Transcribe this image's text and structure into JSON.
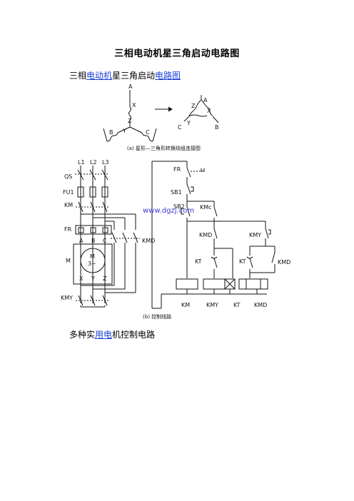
{
  "title": "三相电动机星三角启动电路图",
  "intro": {
    "part1": "三相",
    "link1": "电动机",
    "part2": "星三角启动",
    "link2": "电路图"
  },
  "figure": {
    "star_labels": {
      "A": "A",
      "B": "B",
      "C": "C",
      "X": "X",
      "Y": "Y",
      "Z": "Z"
    },
    "delta_labels": {
      "A": "A",
      "B": "B",
      "C": "C",
      "X": "X",
      "Y": "Y",
      "Z": "Z"
    },
    "caption_a": "(a) 星形—三角形转换绕组连接图",
    "power_labels": {
      "L1": "L1",
      "L2": "L2",
      "L3": "L3",
      "QS": "QS",
      "FU1": "FU1",
      "KM": "KM",
      "FR": "FR",
      "M": "M",
      "motor_top": "M",
      "motor_bottom": "3~",
      "KMD": "KMD",
      "KMY": "KMY",
      "A": "A",
      "B": "B",
      "C": "C",
      "X": "X",
      "Y": "Y",
      "Z": "Z"
    },
    "control_labels": {
      "FR": "FR",
      "SB1": "SB1",
      "SB2": "SB2",
      "KMc": "KMc",
      "KMD1": "KMD",
      "KMY1": "KMY",
      "KT1": "KT",
      "KT2": "KT",
      "KMD2": "KMD"
    },
    "coil_labels": [
      "KM",
      "KMY",
      "KT",
      "KMD"
    ],
    "watermark": "www.dgzj.com",
    "caption_b": "(b) 控制线路"
  },
  "footer": {
    "part1": "多种实",
    "link": "用电",
    "part2": "机控制电路"
  }
}
